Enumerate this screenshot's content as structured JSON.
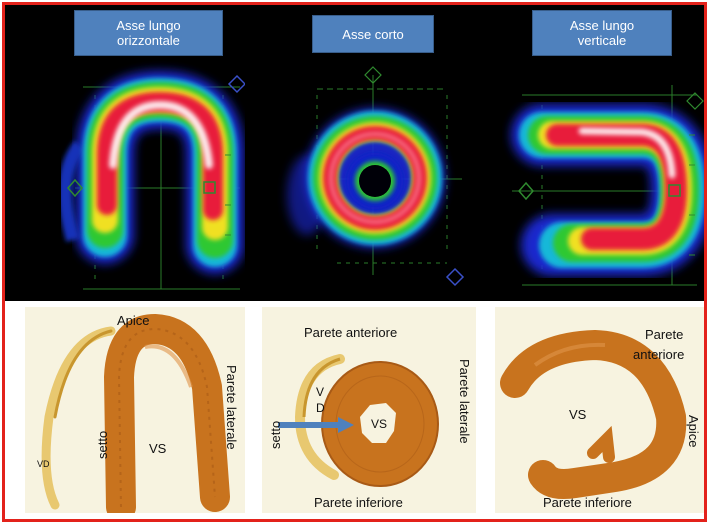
{
  "views": [
    {
      "title": "Asse lungo\norizzontale"
    },
    {
      "title": "Asse corto"
    },
    {
      "title": "Asse lungo\nverticale"
    }
  ],
  "specimens": {
    "horizontal": {
      "apex": "Apice",
      "lateral_wall": "Parete laterale",
      "septum": "setto",
      "lv": "VS",
      "rv": "VD"
    },
    "short": {
      "anterior_wall": "Parete anteriore",
      "inferior_wall": "Parete inferiore",
      "lateral_wall": "Parete laterale",
      "septum": "setto",
      "rv_v": "V",
      "rv_d": "D",
      "lv": "VS"
    },
    "vertical": {
      "anterior_wall_line1": "Parete",
      "anterior_wall_line2": "anteriore",
      "apex": "Apice",
      "lv": "VS",
      "inferior_wall": "Parete inferiore"
    }
  },
  "colors": {
    "frame_border": "#e3221b",
    "title_box": "#4f81bd",
    "arrow": "#4f81bd",
    "tissue": "#c8731e",
    "rv_tissue": "#e8c870"
  }
}
